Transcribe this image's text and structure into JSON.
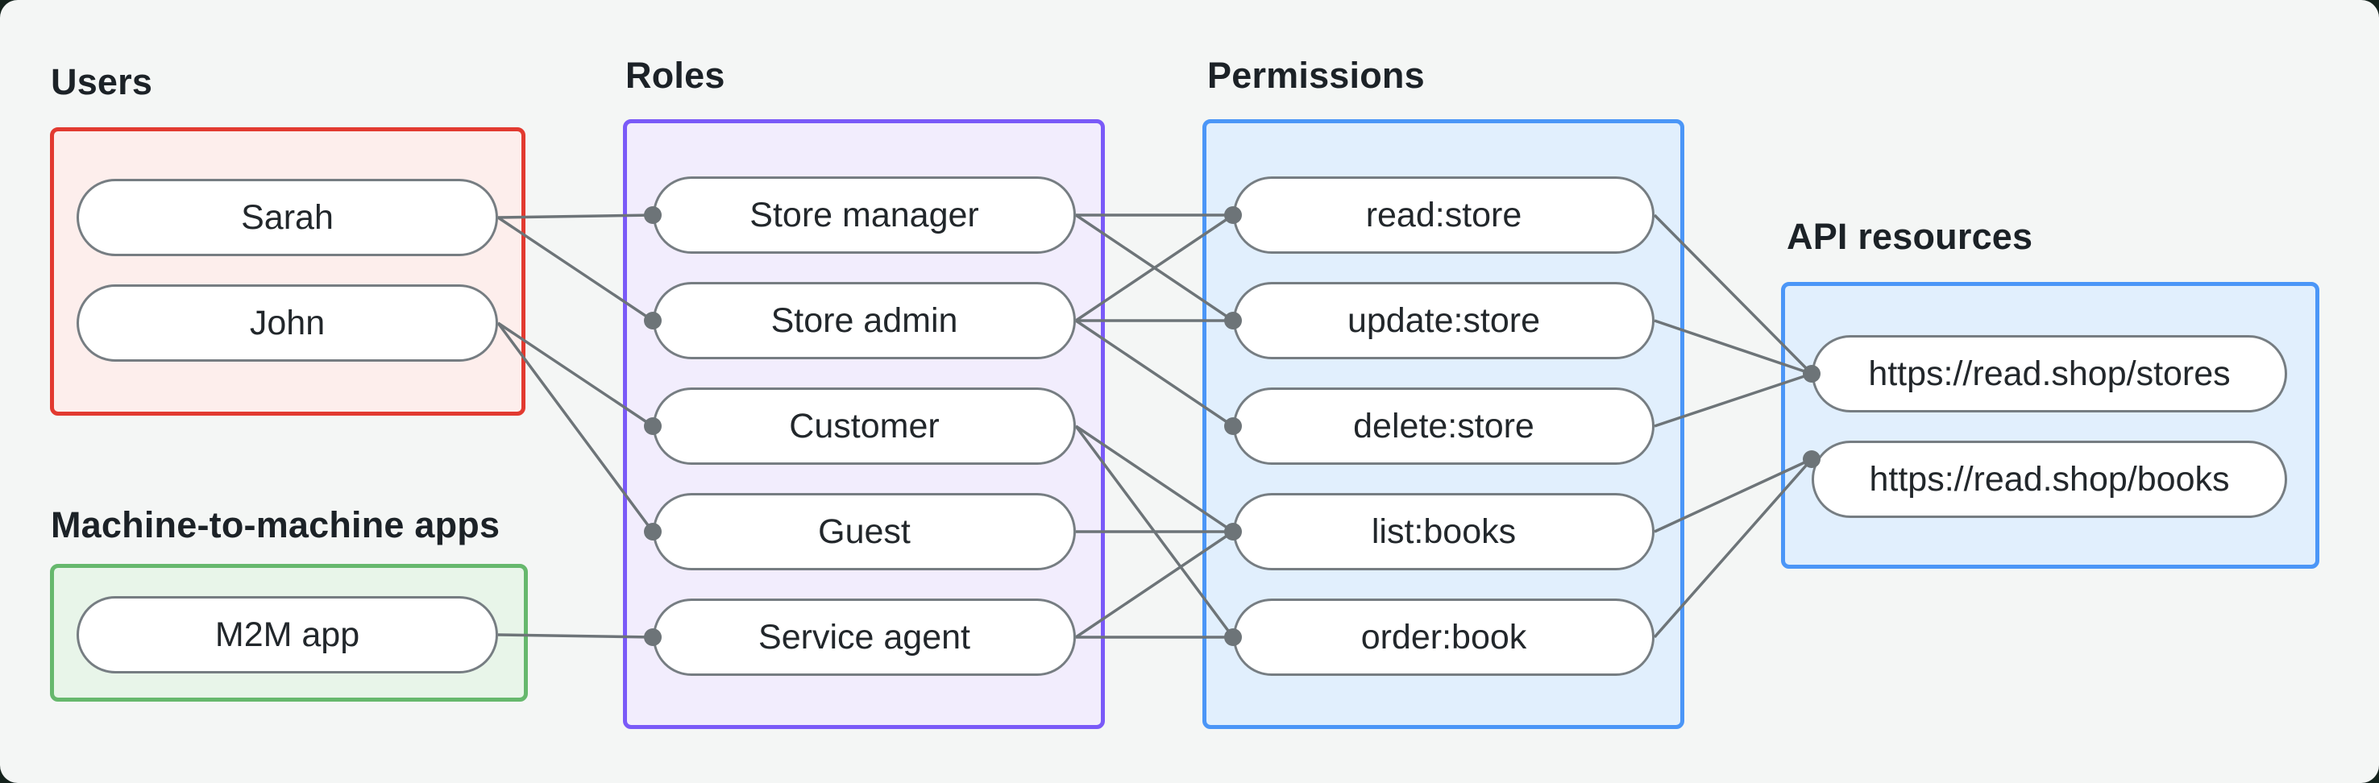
{
  "canvas": {
    "background": "#f4f6f5",
    "outer_background": "#15231d"
  },
  "edge_style": {
    "color": "#6d7478",
    "dot_color": "#6d7478"
  },
  "groups": [
    {
      "id": "users",
      "label": "Users",
      "border_color": "#e23a30",
      "fill_color": "#fdeeec",
      "nodes": [
        {
          "id": "sarah",
          "label": "Sarah"
        },
        {
          "id": "john",
          "label": "John"
        }
      ]
    },
    {
      "id": "m2m",
      "label": "Machine-to-machine apps",
      "border_color": "#66b86d",
      "fill_color": "#e8f5e9",
      "nodes": [
        {
          "id": "m2m_app",
          "label": "M2M app"
        }
      ]
    },
    {
      "id": "roles",
      "label": "Roles",
      "border_color": "#7a5af8",
      "fill_color": "#f2edfd",
      "nodes": [
        {
          "id": "store_manager",
          "label": "Store manager"
        },
        {
          "id": "store_admin",
          "label": "Store admin"
        },
        {
          "id": "customer",
          "label": "Customer"
        },
        {
          "id": "guest",
          "label": "Guest"
        },
        {
          "id": "service_agent",
          "label": "Service agent"
        }
      ]
    },
    {
      "id": "permissions",
      "label": "Permissions",
      "border_color": "#4b96f7",
      "fill_color": "#e1effd",
      "nodes": [
        {
          "id": "read_store",
          "label": "read:store"
        },
        {
          "id": "update_store",
          "label": "update:store"
        },
        {
          "id": "delete_store",
          "label": "delete:store"
        },
        {
          "id": "list_books",
          "label": "list:books"
        },
        {
          "id": "order_book",
          "label": "order:book"
        }
      ]
    },
    {
      "id": "api",
      "label": "API resources",
      "border_color": "#4b96f7",
      "fill_color": "#e1effd",
      "nodes": [
        {
          "id": "stores",
          "label": "https://read.shop/stores"
        },
        {
          "id": "books",
          "label": "https://read.shop/books"
        }
      ]
    }
  ],
  "edges": [
    [
      "sarah",
      "store_manager"
    ],
    [
      "sarah",
      "store_admin"
    ],
    [
      "john",
      "customer"
    ],
    [
      "john",
      "guest"
    ],
    [
      "m2m_app",
      "service_agent"
    ],
    [
      "store_manager",
      "read_store"
    ],
    [
      "store_manager",
      "update_store"
    ],
    [
      "store_admin",
      "read_store"
    ],
    [
      "store_admin",
      "update_store"
    ],
    [
      "store_admin",
      "delete_store"
    ],
    [
      "customer",
      "list_books"
    ],
    [
      "customer",
      "order_book"
    ],
    [
      "guest",
      "list_books"
    ],
    [
      "service_agent",
      "list_books"
    ],
    [
      "service_agent",
      "order_book"
    ],
    [
      "read_store",
      "stores"
    ],
    [
      "update_store",
      "stores"
    ],
    [
      "delete_store",
      "stores"
    ],
    [
      "list_books",
      "books"
    ],
    [
      "order_book",
      "books"
    ]
  ]
}
